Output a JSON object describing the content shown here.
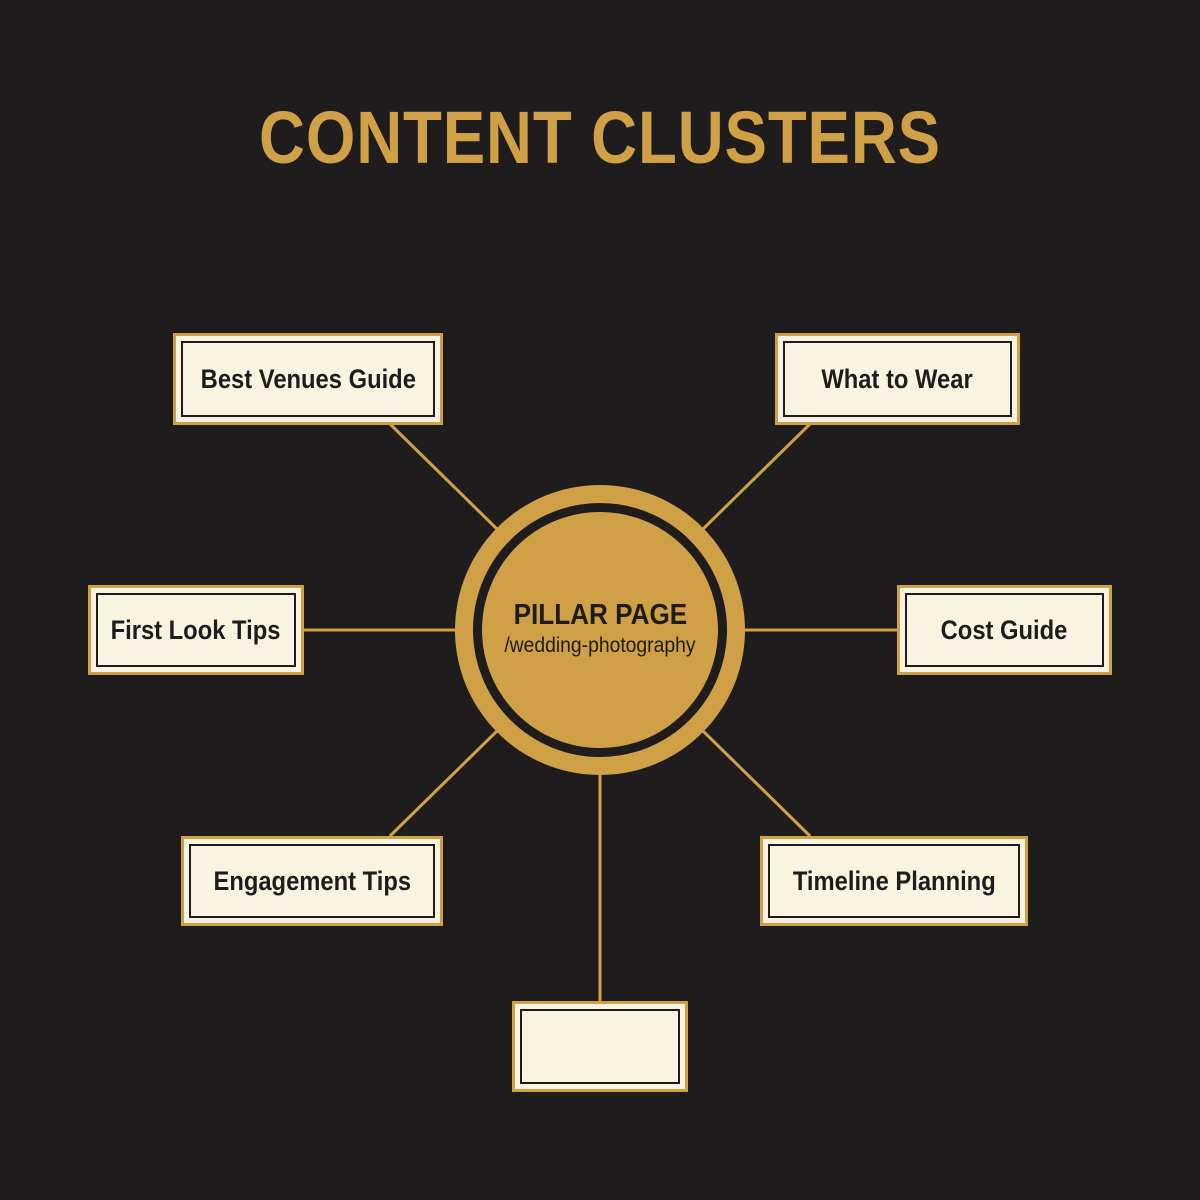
{
  "title": "CONTENT CLUSTERS",
  "colors": {
    "background": "#1e1c1c",
    "accent_gold": "#cfa046",
    "box_fill": "#fbf3e2"
  },
  "hub": {
    "title": "PILLAR PAGE",
    "path": "/wedding-photography"
  },
  "clusters": [
    {
      "label": "Best Venues Guide"
    },
    {
      "label": "What to Wear"
    },
    {
      "label": "First Look Tips"
    },
    {
      "label": "Cost Guide"
    },
    {
      "label": "Engagement Tips"
    },
    {
      "label": "Timeline Planning"
    },
    {
      "label": ""
    }
  ]
}
